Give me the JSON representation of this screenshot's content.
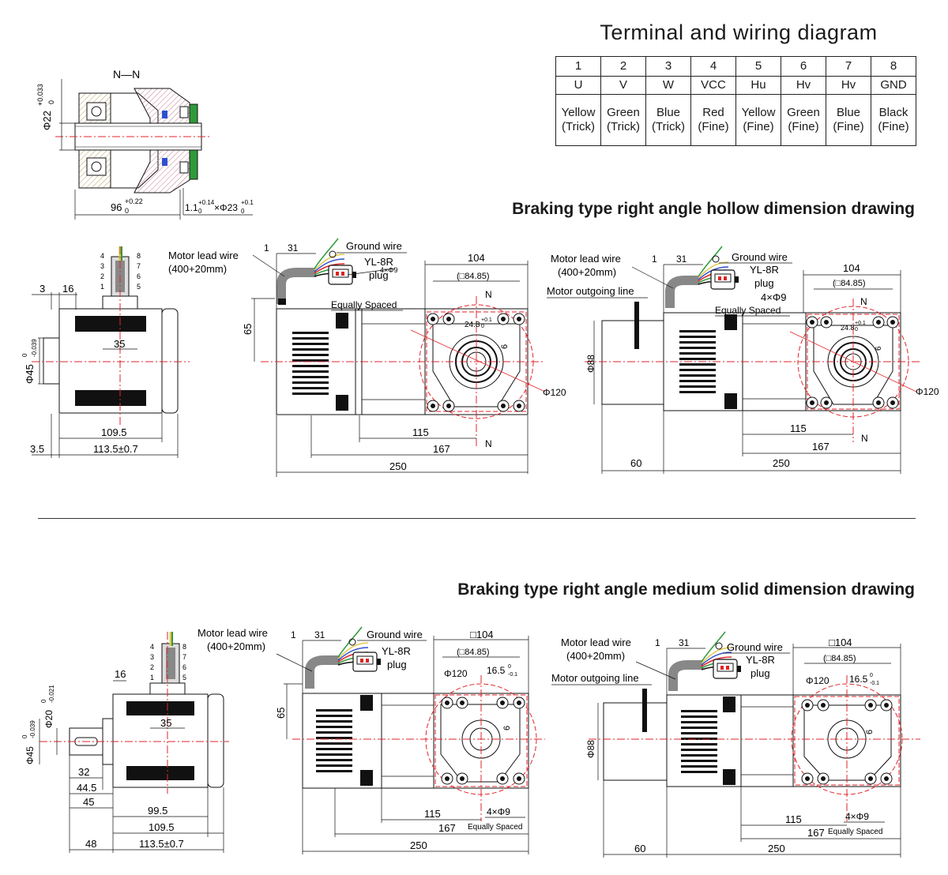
{
  "terminal": {
    "title": "Terminal and wiring diagram",
    "numbers": [
      "1",
      "2",
      "3",
      "4",
      "5",
      "6",
      "7",
      "8"
    ],
    "signals": [
      "U",
      "V",
      "W",
      "VCC",
      "Hu",
      "Hv",
      "Hv",
      "GND"
    ],
    "colors": [
      [
        "Yellow",
        "(Trick)"
      ],
      [
        "Green",
        "(Trick)"
      ],
      [
        "Blue",
        "(Trick)"
      ],
      [
        "Red",
        "(Fine)"
      ],
      [
        "Yellow",
        "(Fine)"
      ],
      [
        "Green",
        "(Fine)"
      ],
      [
        "Blue",
        "(Fine)"
      ],
      [
        "Black",
        "(Fine)"
      ]
    ]
  },
  "section_view": {
    "label": "N—N",
    "dim_shaft": "Φ22",
    "dim_shaft_tol_top": "+0.033",
    "dim_shaft_tol_bottom": "0",
    "dim_length": "96",
    "dim_length_tol_top": "+0.22",
    "dim_length_tol_bottom": "0",
    "dim_groove": "1.1",
    "dim_groove_tol_top": "+0.14",
    "dim_groove_tol_bottom": "0",
    "dim_groove_x": "×Φ23",
    "dim_groove_dia_tol_top": "+0.1",
    "dim_groove_dia_tol_bottom": "0"
  },
  "hollow": {
    "title": "Braking type right angle hollow dimension drawing",
    "side": {
      "pins_left": [
        "4",
        "3",
        "2",
        "1"
      ],
      "pins_right": [
        "8",
        "7",
        "6",
        "5"
      ],
      "d3": "3",
      "d16": "16",
      "d35": "35",
      "dia": "Φ45",
      "dia_tol_top": "0",
      "dia_tol_bottom": "-0.039",
      "d1095": "109.5",
      "d35b": "3.5",
      "d1135": "113.5±0.7"
    },
    "front": {
      "motor_lead": "Motor lead wire",
      "motor_lead_len": "(400+20mm)",
      "d1": "1",
      "d31": "31",
      "ground": "Ground wire",
      "plug": "YL-8R",
      "plug2": "plug",
      "d104": "104",
      "d8485": "(□84.85)",
      "holes": "4×Φ9",
      "equally": "Equally Spaced",
      "n": "N",
      "d248": "24.8",
      "d248_tol_top": "+0.1",
      "d248_tol_bottom": "0",
      "d6": "6",
      "d65": "65",
      "d120": "Φ120",
      "d115": "115",
      "d167": "167",
      "d250": "250"
    },
    "brake": {
      "motor_lead": "Motor lead wire",
      "motor_lead_len": "(400+20mm)",
      "outgoing": "Motor outgoing line",
      "d1": "1",
      "d31": "31",
      "ground": "Ground wire",
      "plug": "YL-8R",
      "plug2": "plug",
      "d104": "104",
      "d8485": "(□84.85)",
      "holes": "4×Φ9",
      "equally": "Equally Spaced",
      "n": "N",
      "d248": "24.8",
      "d248_tol_top": "+0.1",
      "d248_tol_bottom": "0",
      "d6": "6",
      "d88": "Φ88",
      "d120": "Φ120",
      "d115": "115",
      "d167": "167",
      "d60": "60",
      "d250": "250"
    }
  },
  "solid": {
    "title": "Braking type right angle medium solid dimension drawing",
    "side": {
      "pins_left": [
        "4",
        "3",
        "2",
        "1"
      ],
      "pins_right": [
        "8",
        "7",
        "6",
        "5"
      ],
      "d16": "16",
      "d35": "35",
      "dia45": "Φ45",
      "dia45_tol_top": "0",
      "dia45_tol_bottom": "-0.039",
      "dia20": "Φ20",
      "dia20_tol_top": "0",
      "dia20_tol_bottom": "-0.021",
      "d32": "32",
      "d445": "44.5",
      "d45": "45",
      "d995": "99.5",
      "d1095": "109.5",
      "d48": "48",
      "d1135": "113.5±0.7"
    },
    "front": {
      "motor_lead": "Motor lead wire",
      "motor_lead_len": "(400+20mm)",
      "d1": "1",
      "d31": "31",
      "ground": "Ground wire",
      "plug": "YL-8R",
      "plug2": "plug",
      "d104": "□104",
      "d8485": "(□84.85)",
      "d120": "Φ120",
      "d165": "16.5",
      "d165_tol_top": "0",
      "d165_tol_bottom": "-0.1",
      "d6": "6",
      "d65": "65",
      "d115": "115",
      "d167": "167",
      "d250": "250",
      "holes": "4×Φ9",
      "equally": "Equally Spaced"
    },
    "brake": {
      "motor_lead": "Motor lead wire",
      "motor_lead_len": "(400+20mm)",
      "outgoing": "Motor outgoing line",
      "d1": "1",
      "d31": "31",
      "ground": "Ground wire",
      "plug": "YL-8R",
      "plug2": "plug",
      "d104": "□104",
      "d8485": "(□84.85)",
      "d120": "Φ120",
      "d165": "16.5",
      "d165_tol_top": "0",
      "d165_tol_bottom": "-0.1",
      "d6": "6",
      "d88": "Φ88",
      "d115": "115",
      "d167": "167",
      "d60": "60",
      "d250": "250",
      "holes": "4×Φ9",
      "equally": "Equally Spaced"
    }
  },
  "colors": {
    "line": "#1a1a1a",
    "center": "#e0262b",
    "pink": "#e8b4c0",
    "green": "#2e9a3a",
    "blue": "#2f4fd1",
    "yellow": "#e2c94b",
    "cream": "#f2e3b8",
    "gray": "#8a8a8a"
  }
}
